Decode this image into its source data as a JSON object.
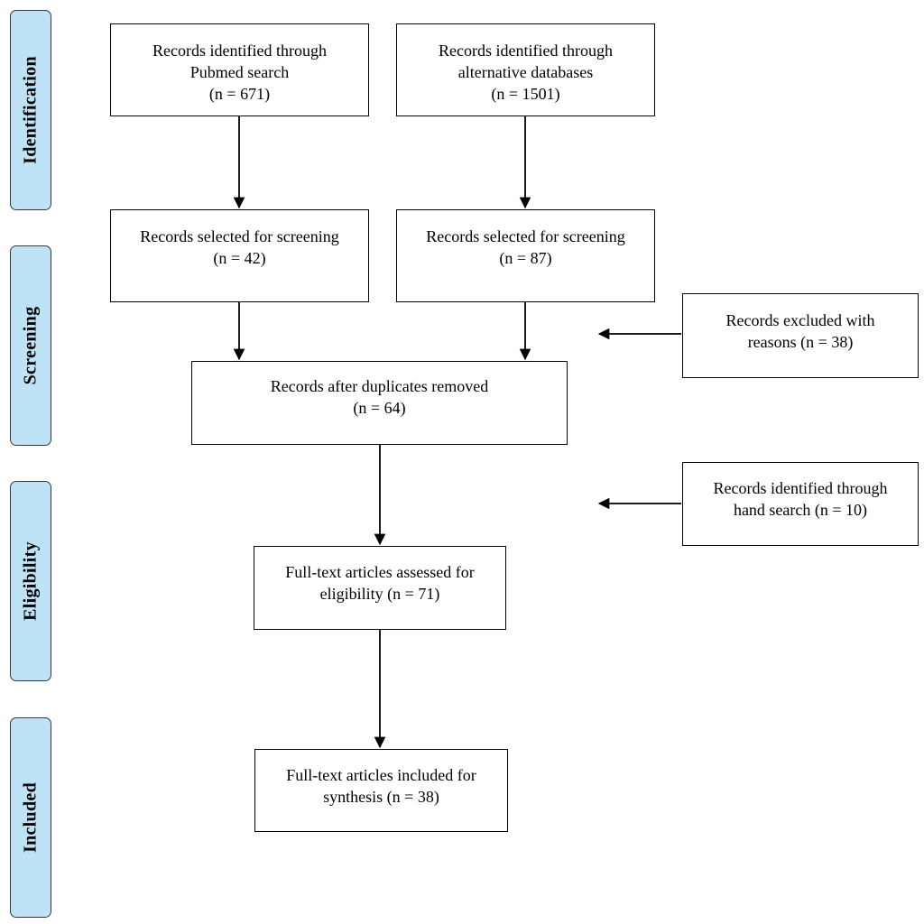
{
  "stages": {
    "identification": "Identification",
    "screening": "Screening",
    "eligibility": "Eligibility",
    "included": "Included"
  },
  "boxes": {
    "pubmed": {
      "line1": "Records identified through",
      "line2": "Pubmed search",
      "line3": "(n = 671)"
    },
    "alt_db": {
      "line1": "Records identified through",
      "line2": "alternative databases",
      "line3": "(n = 1501)"
    },
    "screen_left": {
      "line1": "Records selected for screening",
      "line2": "(n = 42)"
    },
    "screen_right": {
      "line1": "Records selected for screening",
      "line2": "(n = 87)"
    },
    "excluded": {
      "line1": "Records excluded with",
      "line2": "reasons (n = 38)"
    },
    "dedup": {
      "line1": "Records after duplicates removed",
      "line2": "(n = 64)"
    },
    "hand_search": {
      "line1": "Records identified through",
      "line2": "hand search (n = 10)"
    },
    "fulltext": {
      "line1": "Full-text articles assessed for",
      "line2": "eligibility (n = 71)"
    },
    "included": {
      "line1": "Full-text articles included for",
      "line2": "synthesis (n = 38)"
    }
  }
}
